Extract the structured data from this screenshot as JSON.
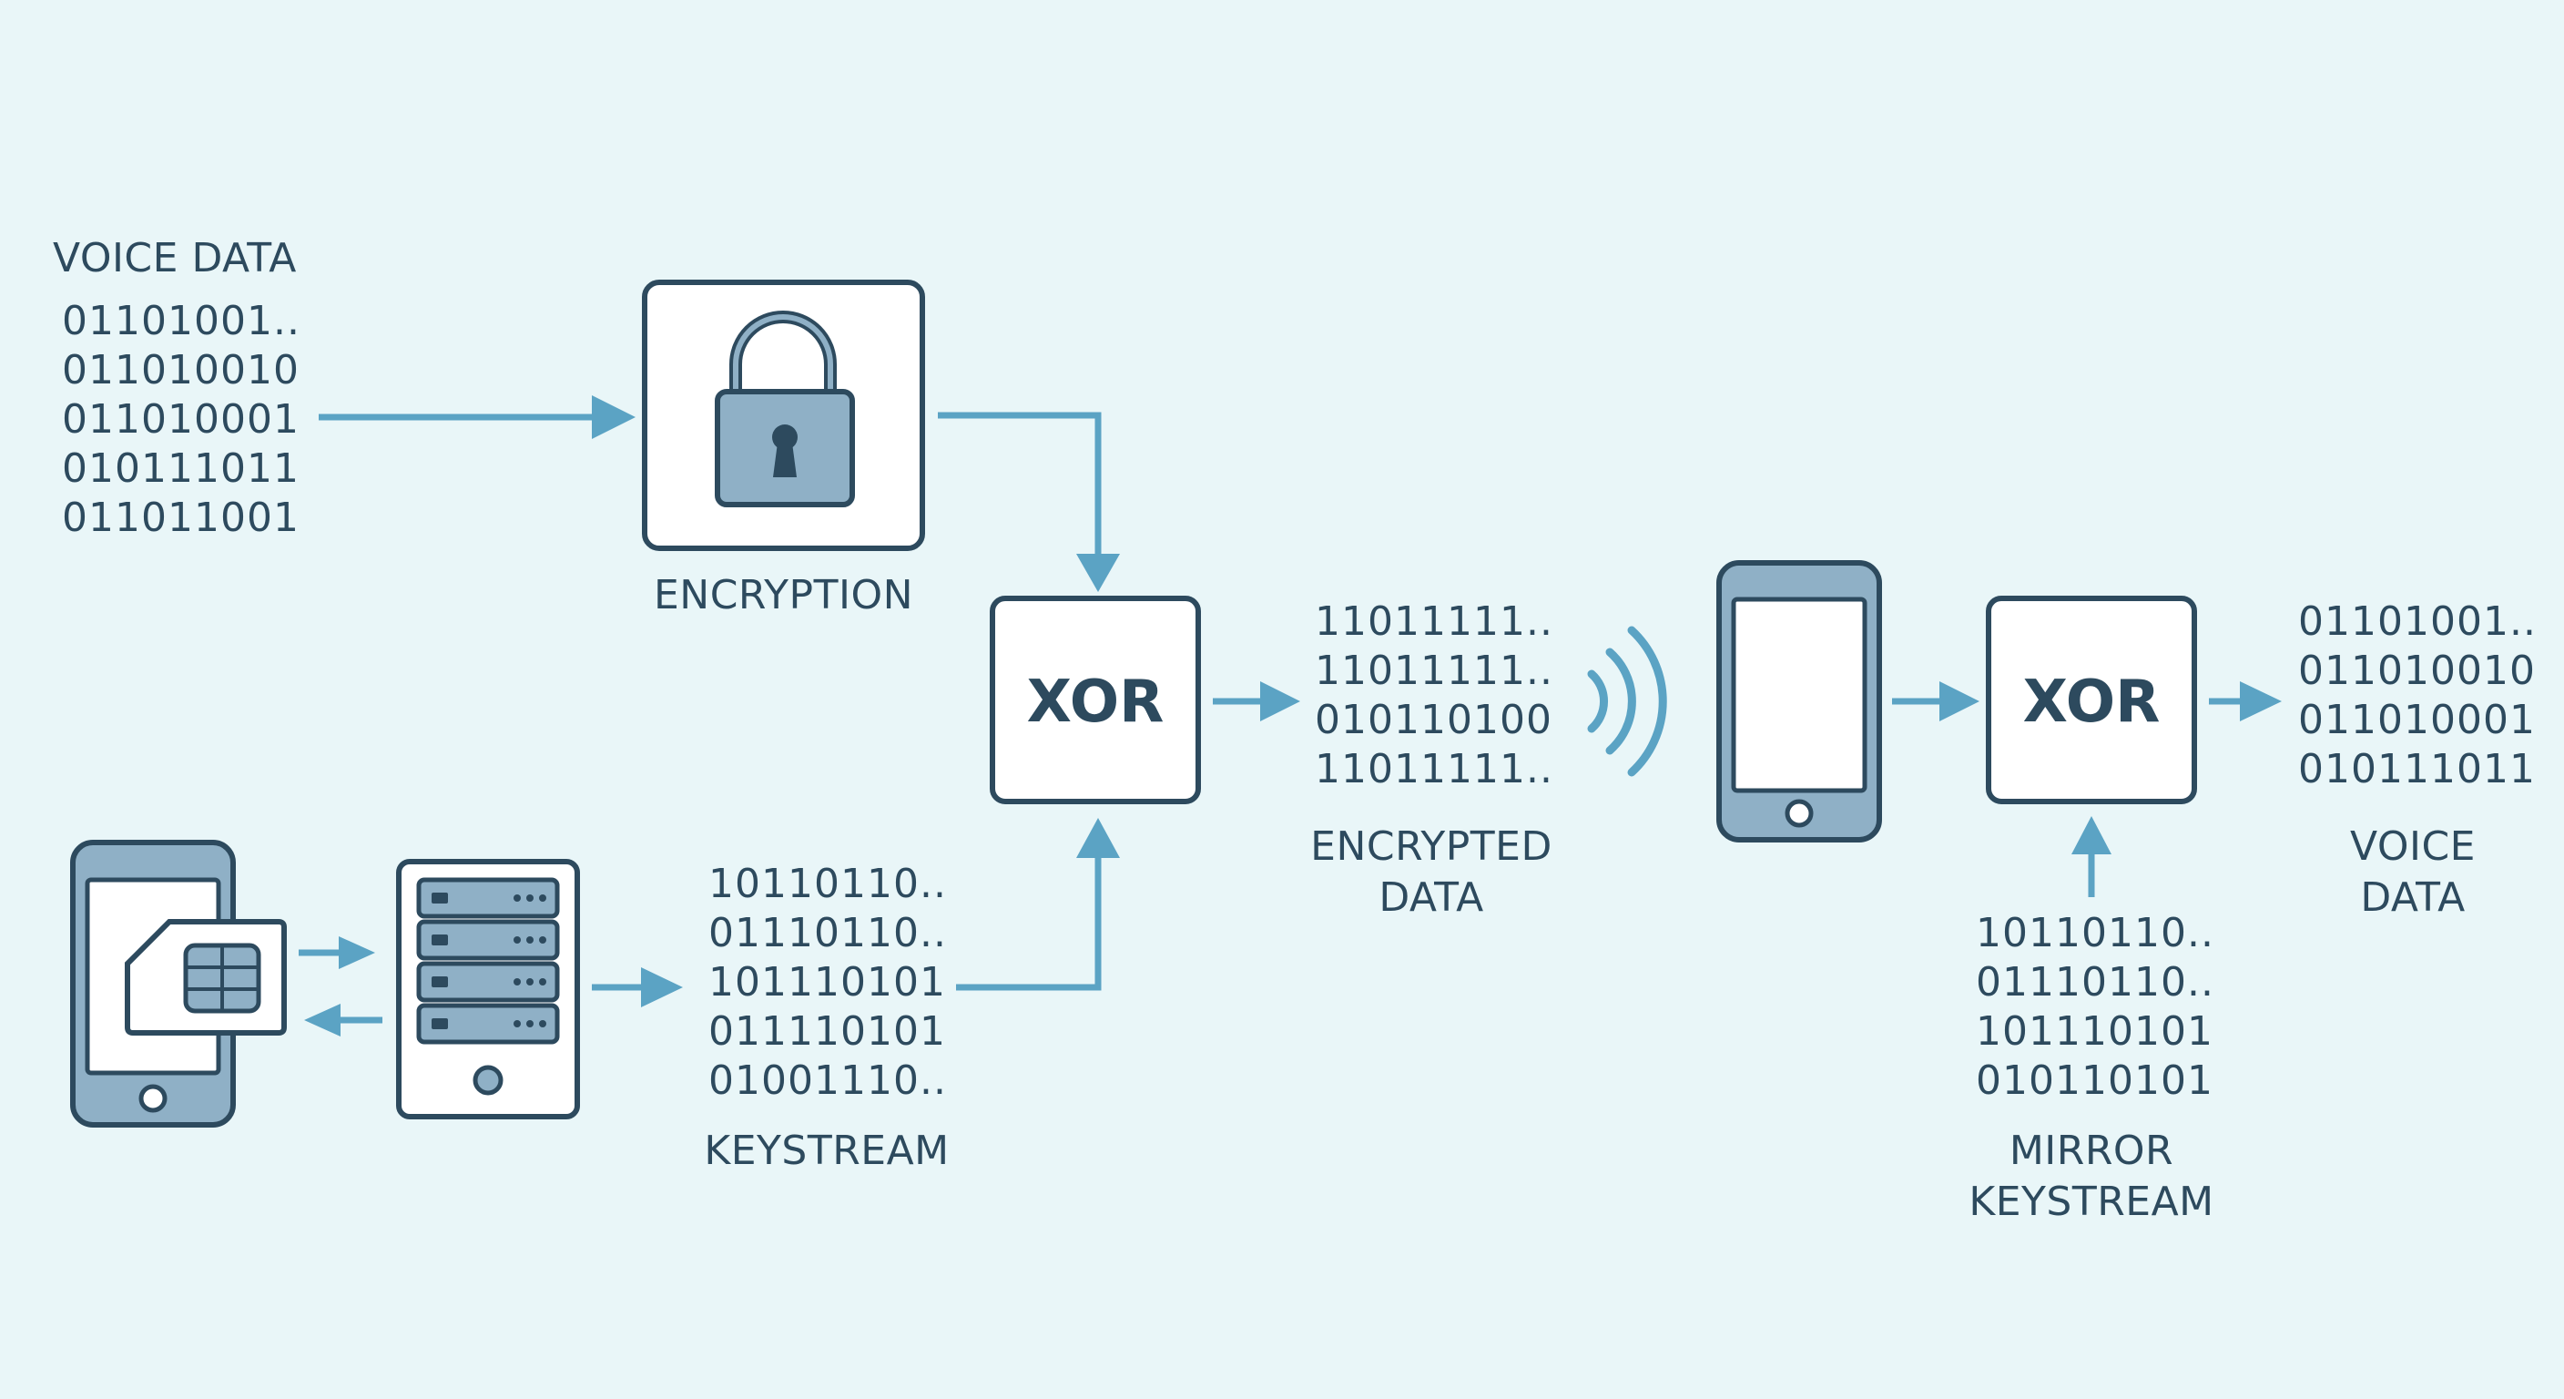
{
  "input": {
    "label": "VOICE DATA",
    "bits": [
      "01101001..",
      "011010010",
      "011010001",
      "010111011",
      "011011001"
    ]
  },
  "encryption": {
    "label": "ENCRYPTION",
    "icon": "padlock-icon"
  },
  "xor_sender": {
    "label": "XOR"
  },
  "keystream": {
    "label": "KEYSTREAM",
    "bits": [
      "10110110..",
      "01110110..",
      "101110101",
      "011110101",
      "01001110.."
    ]
  },
  "sender_devices": {
    "phone_icon": "smartphone-with-sim-icon",
    "server_icon": "server-rack-icon"
  },
  "encrypted": {
    "label_lines": [
      "ENCRYPTED",
      "DATA"
    ],
    "bits": [
      "11011111..",
      "11011111..",
      "010110100",
      "11011111.."
    ]
  },
  "transmission": {
    "icon": "wireless-signal-icon"
  },
  "receiver": {
    "phone_icon": "smartphone-icon"
  },
  "xor_receiver": {
    "label": "XOR"
  },
  "mirror_keystream": {
    "label_lines": [
      "MIRROR",
      "KEYSTREAM"
    ],
    "bits": [
      "10110110..",
      "01110110..",
      "101110101",
      "010110101"
    ]
  },
  "output": {
    "label_lines": [
      "VOICE",
      "DATA"
    ],
    "bits": [
      "01101001..",
      "011010010",
      "011010001",
      "010111011"
    ]
  },
  "colors": {
    "background": "#e9f6f8",
    "ink": "#2d4a5e",
    "arrow": "#5ba3c4",
    "icon_fill": "#8fb0c6",
    "box_fill": "#ffffff"
  }
}
